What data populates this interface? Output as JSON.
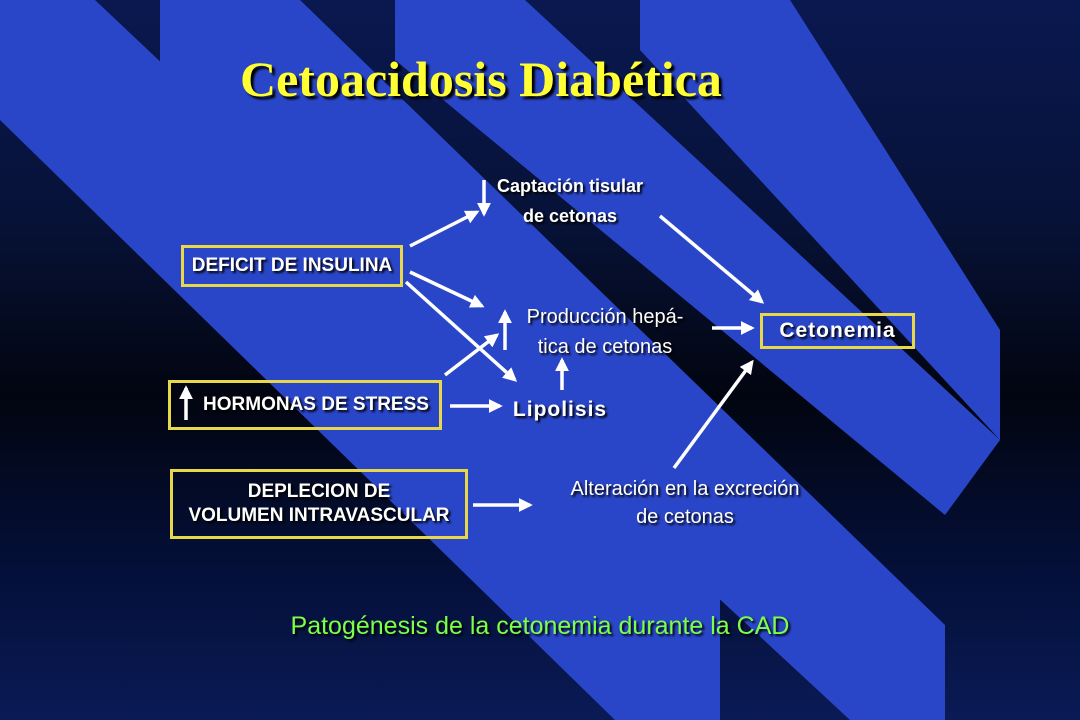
{
  "title": "Cetoacidosis Diabética",
  "nodes": {
    "deficit_insulina": "DEFICIT DE INSULINA",
    "hormonas_stress": "HORMONAS DE STRESS",
    "deplecion_line1": "DEPLECION  DE",
    "deplecion_line2": "VOLUMEN INTRAVASCULAR",
    "captacion_line1": "Captación tisular",
    "captacion_line2": "de cetonas",
    "produccion_line1": "Producción hepá-",
    "produccion_line2": "tica de cetonas",
    "lipolisis": "Lipolisis",
    "alteracion_line1": "Alteración en la excreción",
    "alteracion_line2": "de cetonas",
    "cetonemia": "Cetonemia"
  },
  "caption": "Patogénesis de la cetonemia durante la CAD",
  "colors": {
    "title": "#ffff33",
    "box_border": "#e6d84a",
    "caption": "#7cff4a",
    "stripe": "#2a46c8"
  }
}
